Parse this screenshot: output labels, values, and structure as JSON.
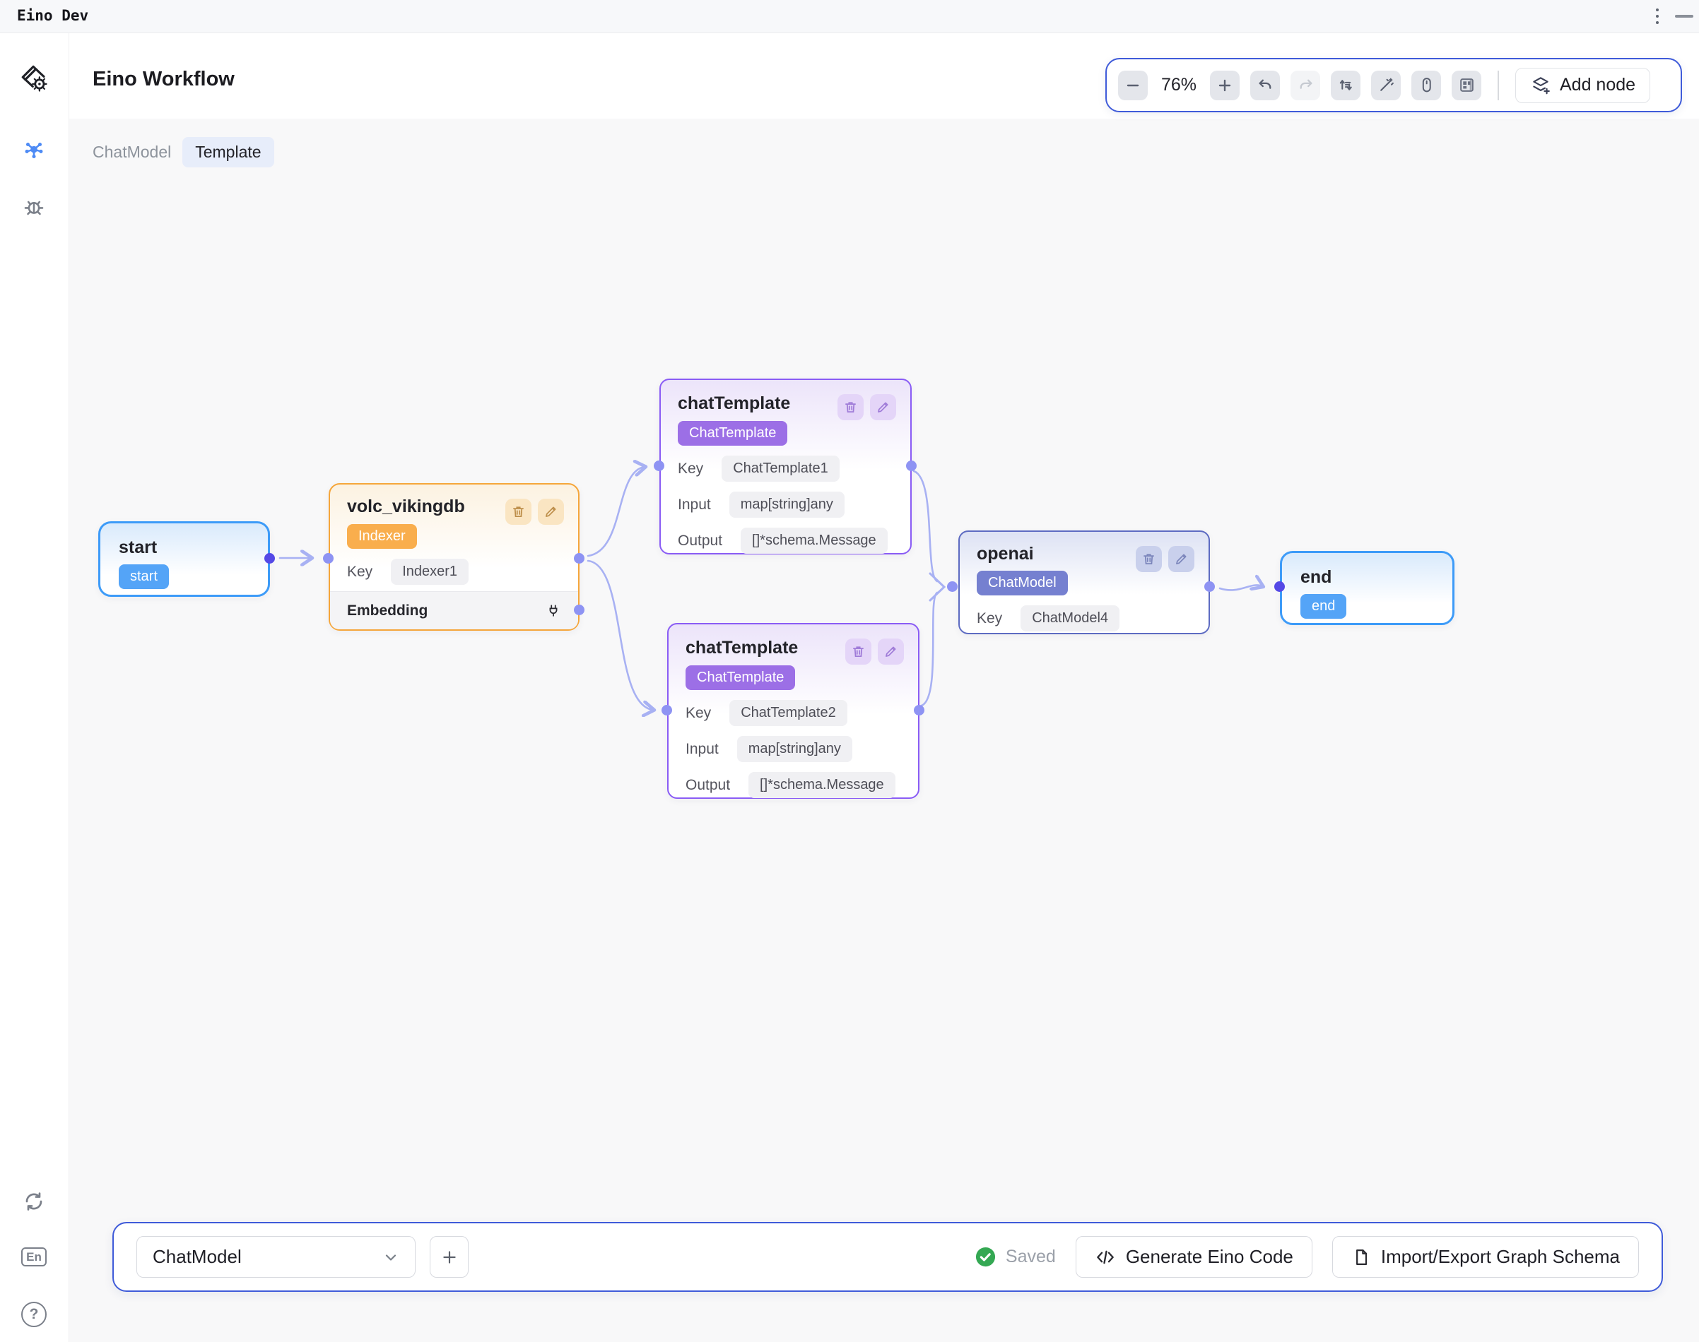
{
  "topbar": {
    "app_title": "Eino Dev"
  },
  "header": {
    "title": "Eino Workflow"
  },
  "tabs": {
    "chatmodel": "ChatModel",
    "template": "Template"
  },
  "toolbar": {
    "zoom_level": "76%",
    "add_node_label": "Add node"
  },
  "sidebar": {
    "language_label": "En",
    "help_glyph": "?"
  },
  "nodes": {
    "start": {
      "title": "start",
      "badge": "start"
    },
    "volc_vikingdb": {
      "title": "volc_vikingdb",
      "badge": "Indexer",
      "key_label": "Key",
      "key_value": "Indexer1",
      "embedding_label": "Embedding"
    },
    "chat_template_1": {
      "title": "chatTemplate",
      "badge": "ChatTemplate",
      "key_label": "Key",
      "key_value": "ChatTemplate1",
      "input_label": "Input",
      "input_value": "map[string]any",
      "output_label": "Output",
      "output_value": "[]*schema.Message"
    },
    "chat_template_2": {
      "title": "chatTemplate",
      "badge": "ChatTemplate",
      "key_label": "Key",
      "key_value": "ChatTemplate2",
      "input_label": "Input",
      "input_value": "map[string]any",
      "output_label": "Output",
      "output_value": "[]*schema.Message"
    },
    "openai": {
      "title": "openai",
      "badge": "ChatModel",
      "key_label": "Key",
      "key_value": "ChatModel4"
    },
    "end": {
      "title": "end",
      "badge": "end"
    }
  },
  "bottombar": {
    "node_selector_value": "ChatModel",
    "saved_label": "Saved",
    "generate_code_label": "Generate Eino Code",
    "import_export_label": "Import/Export Graph Schema"
  },
  "colors": {
    "toolbar_border_blue": "#3f5bd9",
    "node_blue": "#3d9bf8",
    "node_orange": "#f5a63b",
    "node_purple": "#8a5cf5",
    "node_indigo": "#5d6bc2",
    "edge_lavender": "#a8b1f3",
    "port_dark": "#5549e6",
    "port_light": "#8e93f3",
    "saved_green": "#34a853",
    "badge_blue": "#54a4f7",
    "badge_orange": "#f9ae4d",
    "badge_purple": "#9c6fe6",
    "badge_indigo": "#7580d0"
  }
}
